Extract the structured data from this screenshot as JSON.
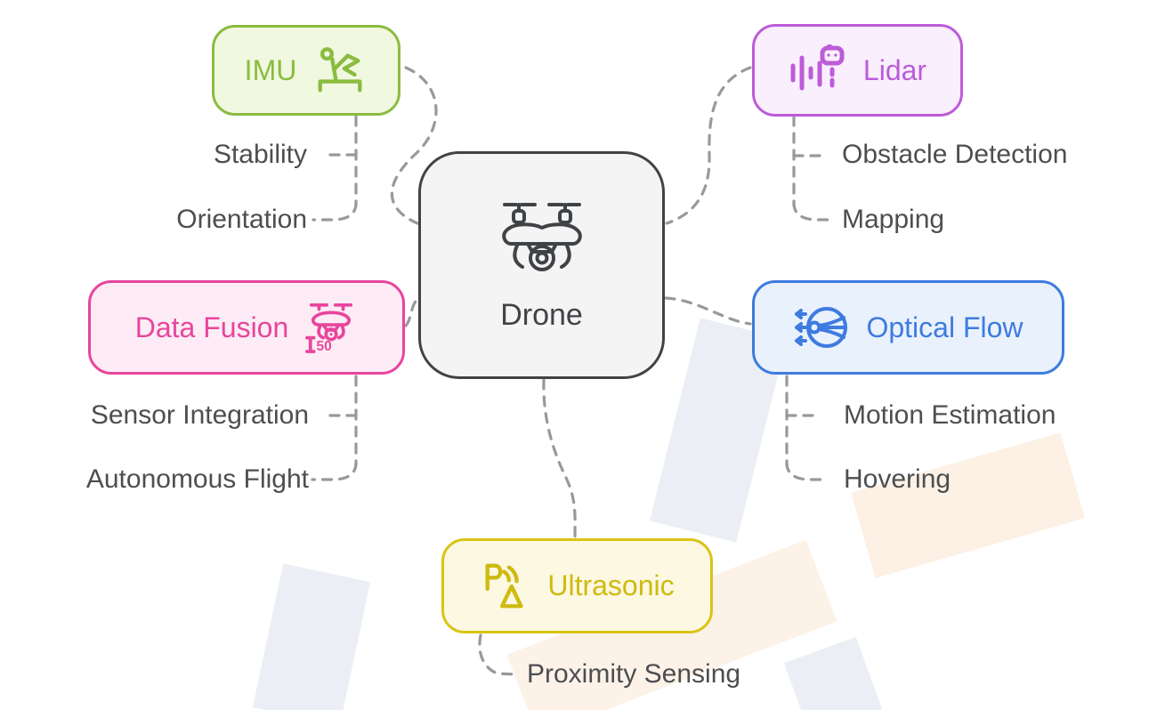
{
  "center": {
    "label": "Drone",
    "icon": "drone-icon"
  },
  "branches": [
    {
      "id": "imu",
      "label": "IMU",
      "icon": "gymnast-icon",
      "accent": "#8abc3f",
      "fill": "#f0f8e0",
      "children": [
        {
          "label": "Stability"
        },
        {
          "label": "Orientation"
        }
      ]
    },
    {
      "id": "lidar",
      "label": "Lidar",
      "icon": "lidar-scan-icon",
      "accent": "#bd5bd8",
      "fill": "#faeffd",
      "children": [
        {
          "label": "Obstacle Detection"
        },
        {
          "label": "Mapping"
        }
      ]
    },
    {
      "id": "data-fusion",
      "label": "Data Fusion",
      "icon": "drone-altitude-icon",
      "accent": "#e8459c",
      "fill": "#fdecf5",
      "altitude_label": "50",
      "children": [
        {
          "label": "Sensor Integration"
        },
        {
          "label": "Autonomous Flight"
        }
      ]
    },
    {
      "id": "optical-flow",
      "label": "Optical Flow",
      "icon": "optical-flow-eye-icon",
      "accent": "#3d7be0",
      "fill": "#e9f1fd",
      "children": [
        {
          "label": "Motion Estimation"
        },
        {
          "label": "Hovering"
        }
      ]
    },
    {
      "id": "ultrasonic",
      "label": "Ultrasonic",
      "icon": "proximity-sensor-icon",
      "accent": "#d9c414",
      "fill": "#fcf8e2",
      "children": [
        {
          "label": "Proximity Sensing"
        }
      ]
    }
  ],
  "palette": {
    "connector": "#98999b",
    "center_border": "#404346",
    "center_fill": "#f4f4f5",
    "leaf_text": "#4c4e50",
    "watermark_blue": "#ebeef4",
    "watermark_peach": "#fdf1e5"
  }
}
